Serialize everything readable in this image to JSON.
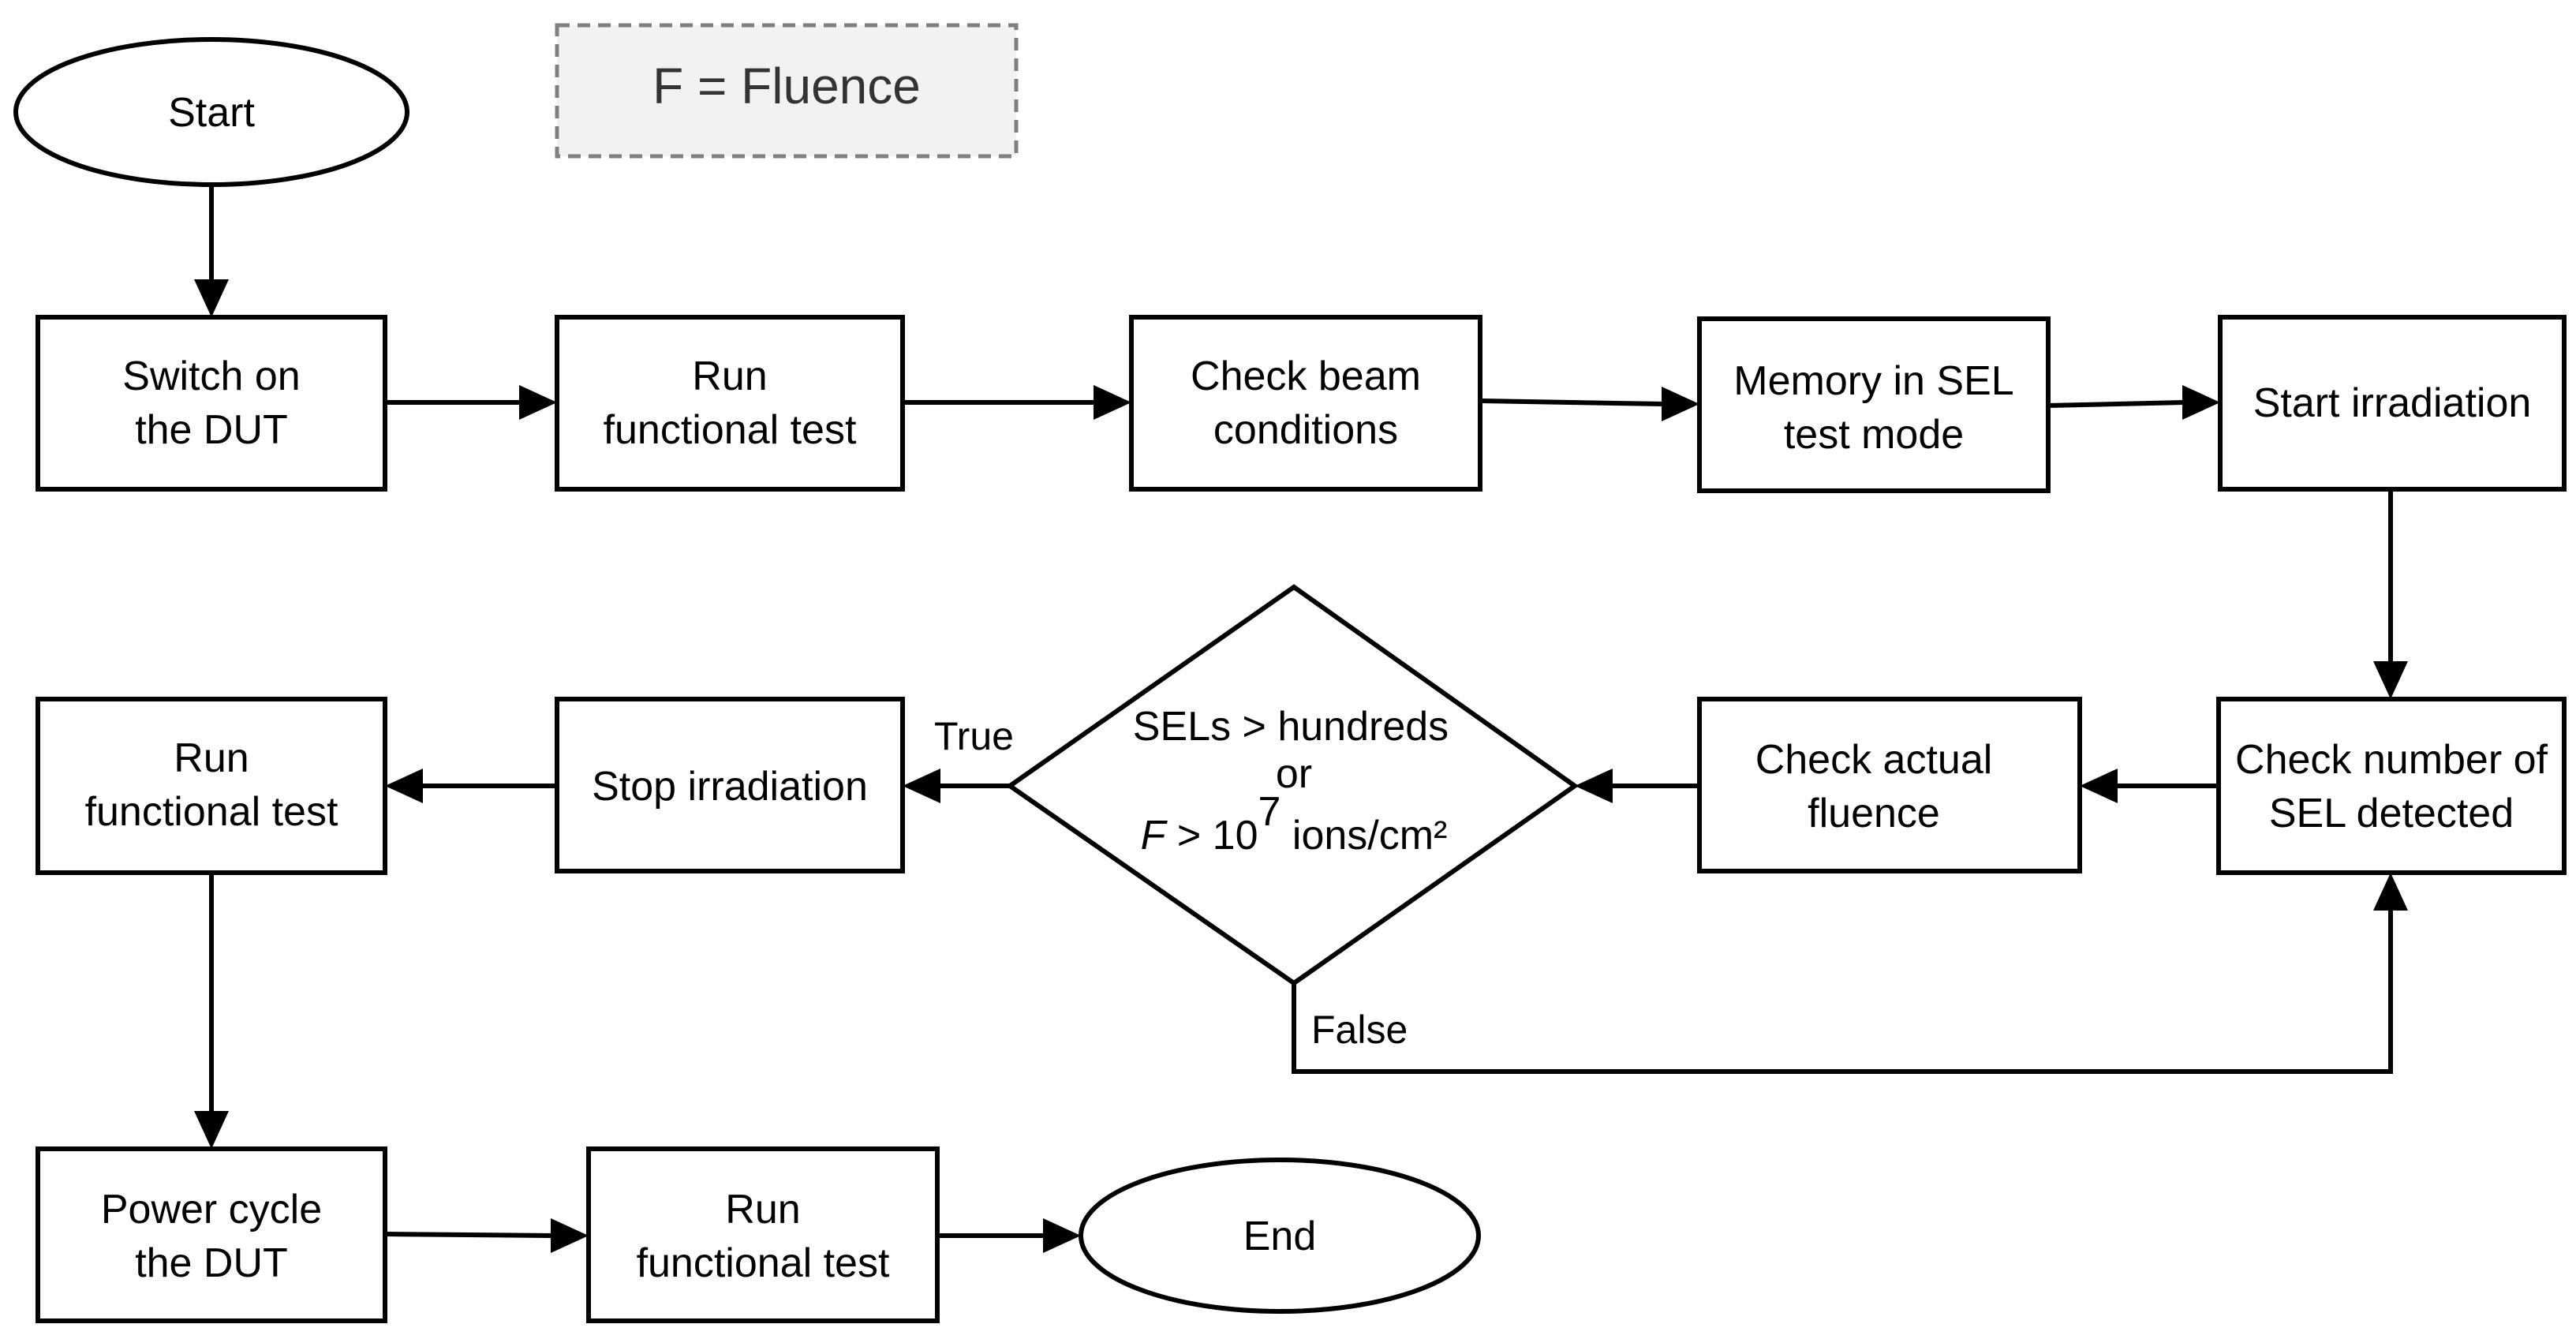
{
  "legend": {
    "text": "F = Fluence"
  },
  "nodes": {
    "start": {
      "label": "Start"
    },
    "switch_on": {
      "line1": "Switch on",
      "line2": "the DUT"
    },
    "run_test_1": {
      "line1": "Run",
      "line2": "functional test"
    },
    "check_beam": {
      "line1": "Check beam",
      "line2": "conditions"
    },
    "memory_sel": {
      "line1": "Memory in SEL",
      "line2": "test mode"
    },
    "start_irradiation": {
      "label": "Start irradiation"
    },
    "check_number": {
      "line1": "Check number of",
      "line2": "SEL detected"
    },
    "check_fluence": {
      "line1": "Check actual",
      "line2": "fluence"
    },
    "decision": {
      "line1": "SELs > hundreds",
      "line2": "or",
      "var": "F",
      "cond_text": " > 10",
      "exponent": "7",
      "unit": " ions/cm²"
    },
    "stop_irradiation": {
      "label": "Stop irradiation"
    },
    "run_test_2": {
      "line1": "Run",
      "line2": "functional test"
    },
    "power_cycle": {
      "line1": "Power cycle",
      "line2": "the DUT"
    },
    "run_test_3": {
      "line1": "Run",
      "line2": "functional test"
    },
    "end": {
      "label": "End"
    }
  },
  "edges": {
    "true_label": "True",
    "false_label": "False"
  }
}
